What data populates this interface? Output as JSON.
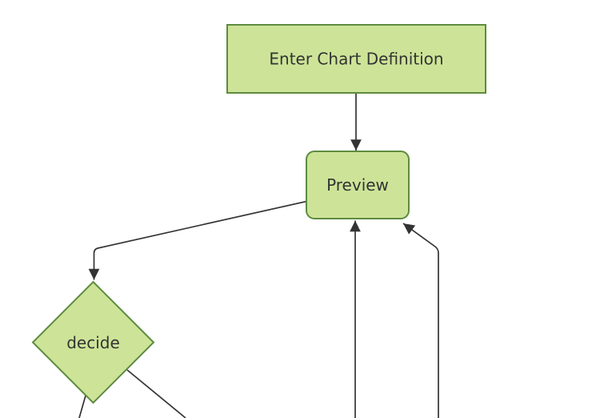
{
  "diagram": {
    "type": "flowchart",
    "direction": "top-down",
    "nodes": [
      {
        "id": "enter-chart-definition",
        "label": "Enter Chart Definition",
        "shape": "rectangle"
      },
      {
        "id": "preview",
        "label": "Preview",
        "shape": "rounded-rectangle"
      },
      {
        "id": "decide",
        "label": "decide",
        "shape": "diamond"
      }
    ],
    "edges": [
      {
        "from": "enter-chart-definition",
        "to": "preview",
        "arrowhead": true
      },
      {
        "from": "preview",
        "to": "decide",
        "arrowhead": true
      },
      {
        "from": "offscreen-bottom",
        "to": "preview",
        "arrowhead": true
      },
      {
        "from": "offscreen-bottom-right",
        "to": "preview",
        "arrowhead": true
      },
      {
        "from": "decide",
        "to": "offscreen-bottom-left",
        "arrowhead": false
      },
      {
        "from": "decide",
        "to": "offscreen-bottom-right",
        "arrowhead": false
      }
    ]
  },
  "colors": {
    "background": "#ffffff",
    "node_fill": "#cde498",
    "node_border": "#5e8b3f",
    "edge_line": "#333333",
    "label_text": "#333333"
  }
}
